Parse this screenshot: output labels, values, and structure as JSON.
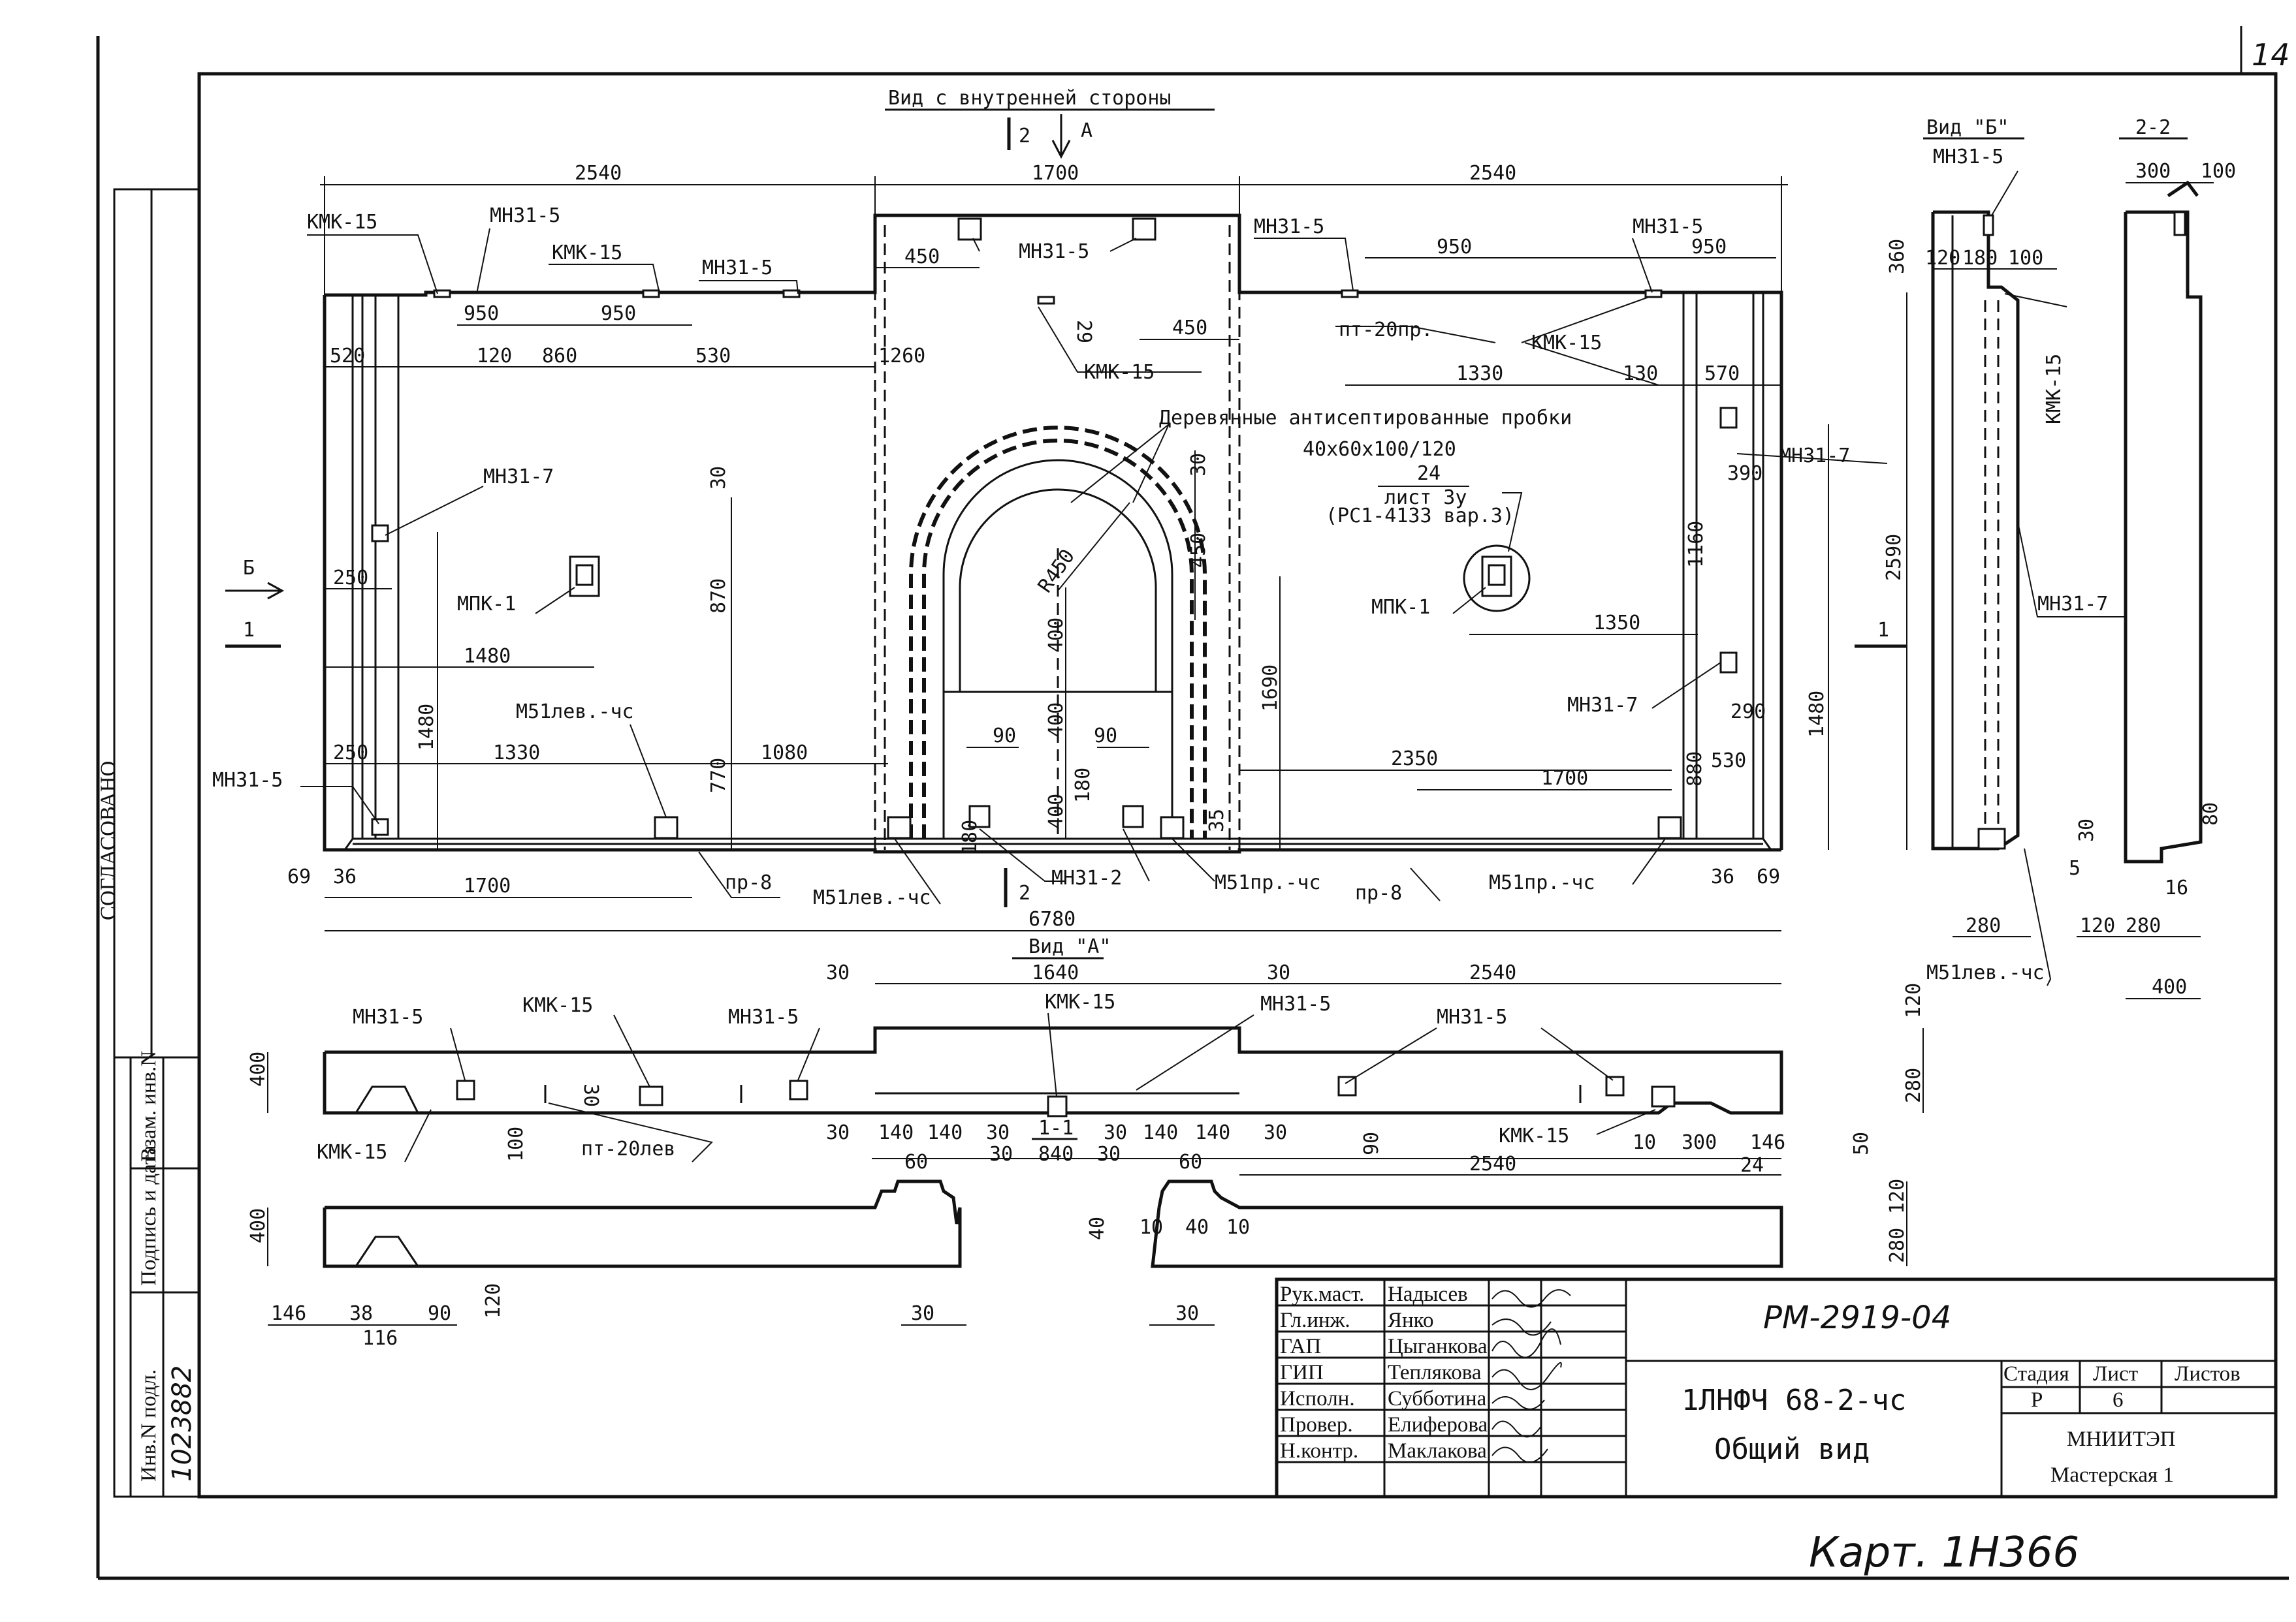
{
  "sheet_corner": "14",
  "side_stamp": {
    "agreed": "СОГЛАСОВАНО",
    "inv_orig": "Инв.N подл.",
    "sign_date": "Подпись и дата",
    "replace": "Взам. инв.N",
    "inv_number": "1023882"
  },
  "views": {
    "inner_view": "Вид с внутренней стороны",
    "view_b": "Вид \"Б\"",
    "section_2_2": "2-2",
    "view_a": "Вид \"А\"",
    "section_1_1": "1-1",
    "mark_2": "2",
    "mark_a": "А",
    "mark_b": "Б",
    "mark_1": "1"
  },
  "labels": {
    "kmk15": "КМК-15",
    "mn31_5": "МН31-5",
    "mn31_7": "МН31-7",
    "mn31_2": "МН31-2",
    "mpk1": "МПК-1",
    "m51_lev": "М51лев.-чс",
    "m51_pr": "М51пр.-чс",
    "pr8": "пр-8",
    "pt20pr": "пт-20пр.",
    "pt20lev": "пт-20лев",
    "plugs_title": "Деревянные антисептированные пробки",
    "plugs_size": "40х60х100/120",
    "ref_24": "24",
    "ref_sheet": "лист 3у",
    "ref_series": "(РС1-4133 вар.3)",
    "r450": "R450"
  },
  "dims": {
    "d2540": "2540",
    "d1700": "1700",
    "d360": "360",
    "d450": "450",
    "d950": "950",
    "d29": "29",
    "d520": "520",
    "d120": "120",
    "d860": "860",
    "d530": "530",
    "d1260": "1260",
    "d1330": "1330",
    "d130": "130",
    "d570": "570",
    "d30": "30",
    "d390": "390",
    "d1160": "1160",
    "d2590": "2590",
    "d250": "250",
    "d1480": "1480",
    "d870": "870",
    "d400": "400",
    "d1690": "1690",
    "d1350": "1350",
    "d290": "290",
    "d1080": "1080",
    "d90": "90",
    "d2350": "2350",
    "d880": "880",
    "d770": "770",
    "d180": "180",
    "d35": "35",
    "d69": "69",
    "d36": "36",
    "d6780": "6780",
    "d1640": "1640",
    "d280": "280",
    "d100": "100",
    "d140": "140",
    "d60": "60",
    "d840": "840",
    "d40": "40",
    "d10": "10",
    "d300": "300",
    "d146": "146",
    "d24": "24",
    "d50": "50",
    "d38": "38",
    "d116": "116",
    "d5": "5",
    "d16": "16",
    "d80": "80"
  },
  "title_block": {
    "roles": [
      "Рук.маст.",
      "Гл.инж.",
      "ГАП",
      "ГИП",
      "Исполн.",
      "Провер.",
      "Н.контр."
    ],
    "names": [
      "Надысев",
      "Янко",
      "Цыганкова",
      "Теплякова",
      "Субботина",
      "Елиферова",
      "Маклакова"
    ],
    "code": "РМ-2919-04",
    "product": "1ЛНФЧ 68-2-чс",
    "view_name": "Общий вид",
    "stage_h": "Стадия",
    "sheet_h": "Лист",
    "sheets_h": "Листов",
    "stage": "Р",
    "sheet": "6",
    "org": "МНИИТЭП",
    "workshop": "Мастерская 1"
  },
  "archive_note": "Карт. 1Н366"
}
